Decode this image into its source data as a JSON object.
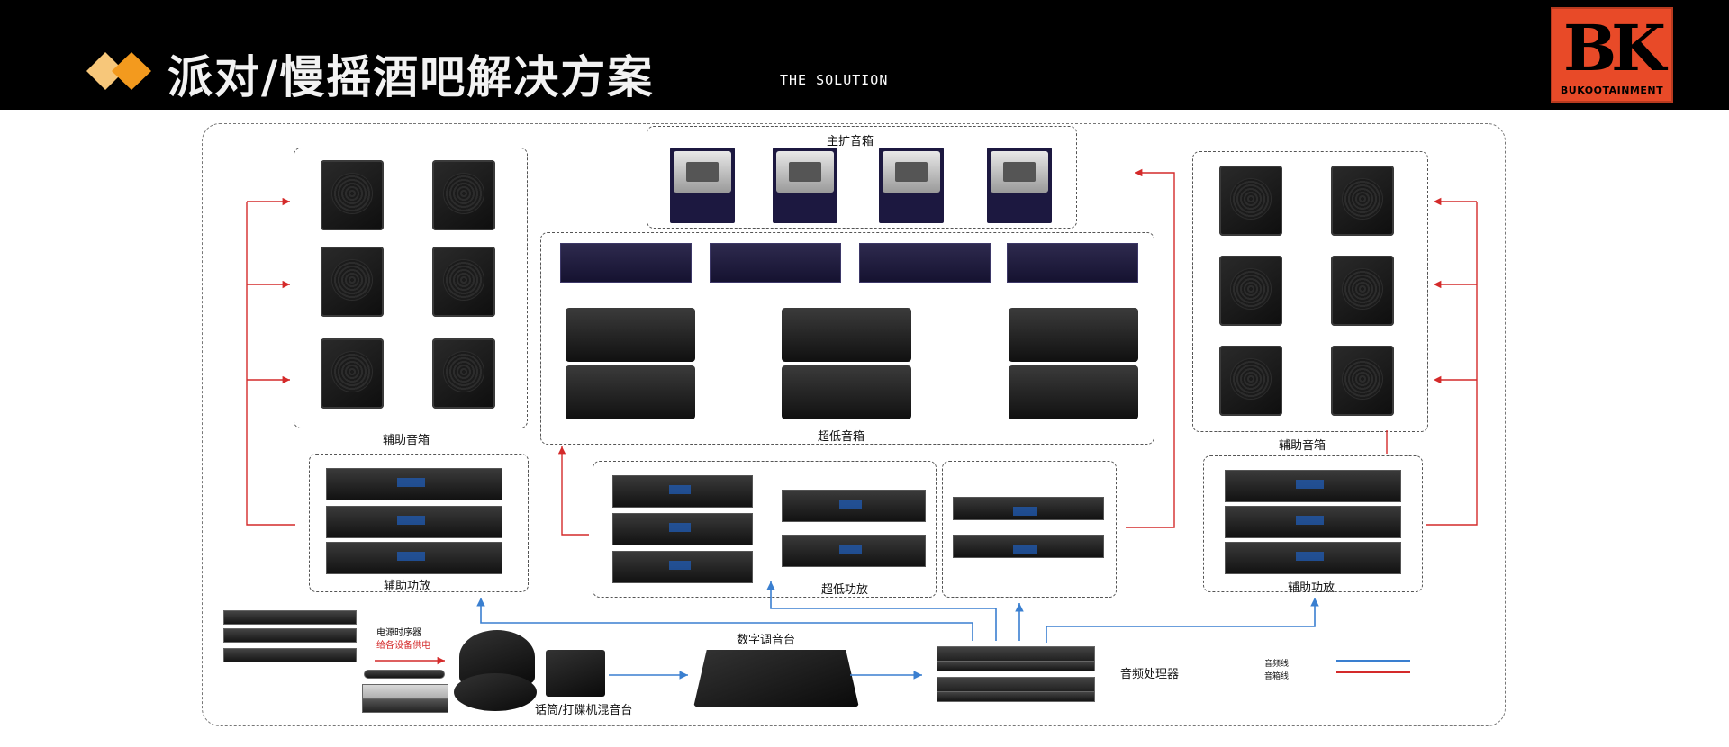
{
  "header": {
    "title": "派对/慢摇酒吧解决方案",
    "subtitle": "THE SOLUTION",
    "logo_mark": "BK",
    "logo_text": "BUKOOTAINMENT",
    "accent_color": "#f39a1e"
  },
  "diagram": {
    "main_speakers_label": "主扩音箱",
    "left_aux_speakers_label": "辅助音箱",
    "subwoofer_label": "超低音箱",
    "right_aux_speakers_label": "辅助音箱",
    "left_aux_amp_label": "辅助功放",
    "sub_amp_label": "超低功放",
    "right_aux_amp_label": "辅助功放",
    "power_sequencer_label": "电源时序器",
    "power_sequencer_note": "给各设备供电",
    "mic_dj_label": "话筒/打碟机混音台",
    "digital_mixer_label": "数字调音台",
    "processor_label": "音频处理器",
    "legend": [
      {
        "label": "音频线",
        "color": "#3a7fd0"
      },
      {
        "label": "音箱线",
        "color": "#d42a2a"
      }
    ]
  },
  "colors": {
    "audio_line": "#3a7fd0",
    "speaker_line": "#d42a2a"
  }
}
